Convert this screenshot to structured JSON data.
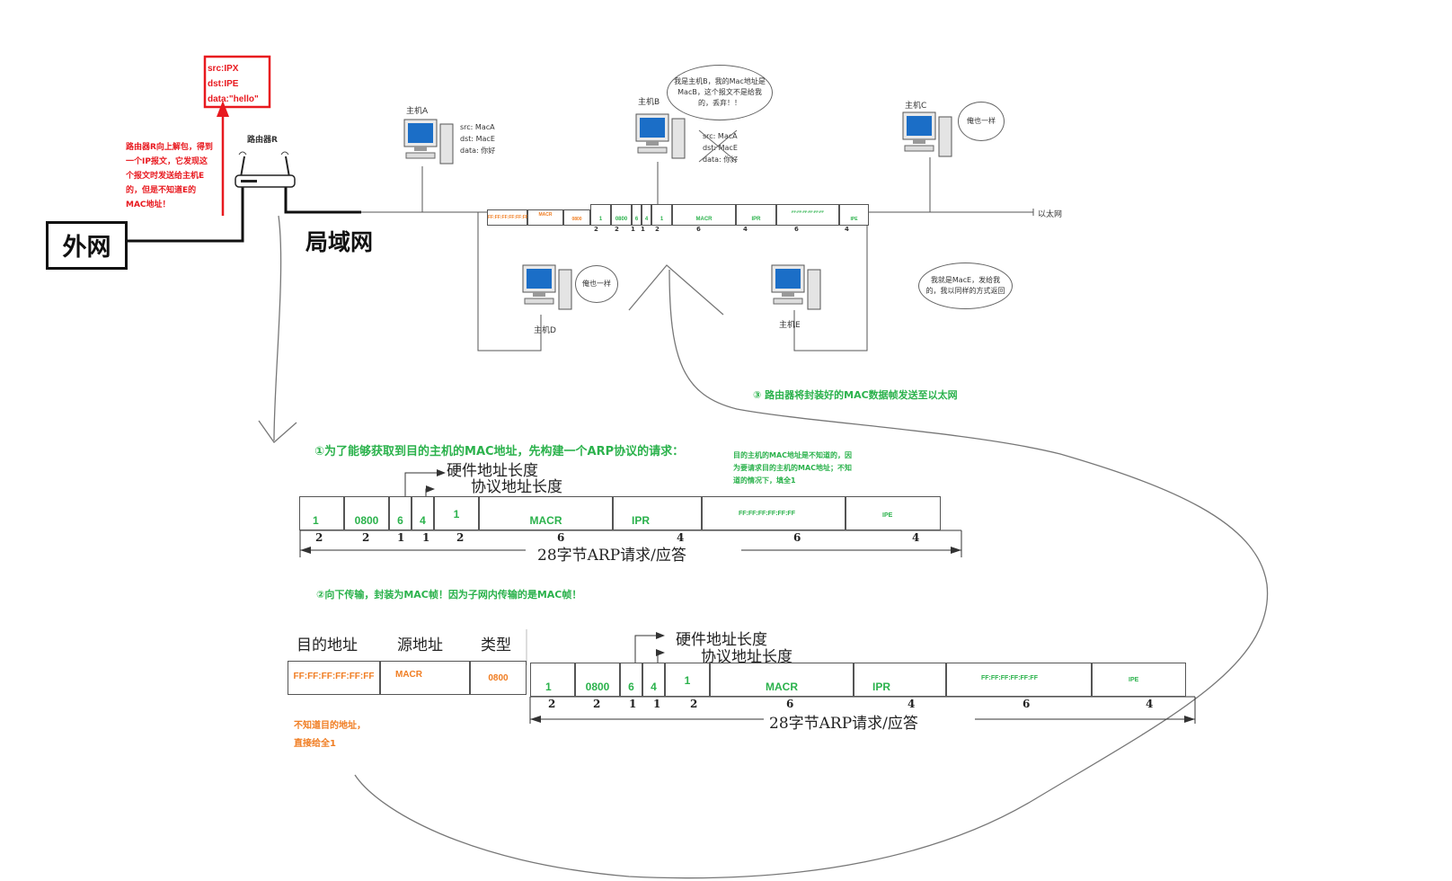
{
  "router": {
    "label": "路由器R",
    "packet": {
      "src": "src:IPX",
      "dst": "dst:IPE",
      "data": "data:\"hello\""
    },
    "note": "路由器R向上解包，得到一个IP报文，它发现这个报文时发送给主机E的，但是不知道E的MAC地址！"
  },
  "networks": {
    "wan": "外网",
    "lan": "局域网",
    "ethernet": "以太网"
  },
  "hosts": {
    "a": {
      "name": "主机A",
      "frame": [
        "src:  MacA",
        "dst:  MacE",
        "data: 你好"
      ]
    },
    "b": {
      "name": "主机B",
      "frame": [
        "src:  MacA",
        "dst:  MacE",
        "data: 你好"
      ],
      "bubble": "我是主机B，我的Mac地址是MacB，这个报文不是给我的，丢弃！！"
    },
    "c": {
      "name": "主机C",
      "bubble": "俺也一样"
    },
    "d": {
      "name": "主机D",
      "bubble": "俺也一样"
    },
    "e": {
      "name": "主机E",
      "bubble": "我就是MacE，发给我的，我以同样的方式返回"
    }
  },
  "bus_frame": {
    "orange": [
      "FF:FF:FF:FF:FF:FF",
      "MACR",
      "0800"
    ],
    "green": [
      "1",
      "0800",
      "6",
      "4",
      "1",
      "MACR",
      "IPR",
      "FF:FF:FF:FF:FF:FF",
      "IPE"
    ],
    "sizes": [
      "2",
      "2",
      "1",
      "1",
      "2",
      "6",
      "4",
      "6",
      "4"
    ]
  },
  "steps": {
    "step1": "①为了能够获取到目的主机的MAC地址，先构建一个ARP协议的请求：",
    "step2": "②向下传输，封装为MAC帧！因为子网内传输的是MAC帧！",
    "step3": "③ 路由器将封装好的MAC数据帧发送至以太网"
  },
  "arp_note": "目的主机的MAC地址是不知道的，因为要请求目的主机的MAC地址；不知道的情况下，填全1",
  "arp": {
    "hw_len": "硬件地址长度",
    "proto_len": "协议地址长度",
    "fields": [
      "1",
      "0800",
      "6",
      "4",
      "1",
      "MACR",
      "IPR",
      "FF:FF:FF:FF:FF:FF",
      "IPE"
    ],
    "sizes": [
      "2",
      "2",
      "1",
      "1",
      "2",
      "6",
      "4",
      "6",
      "4"
    ],
    "total": "28字节ARP请求/应答"
  },
  "mac": {
    "headers": [
      "目的地址",
      "源地址",
      "类型"
    ],
    "fields": [
      "FF:FF:FF:FF:FF:FF",
      "MACR",
      "0800"
    ],
    "note": "不知道目的地址，直接给全1"
  },
  "colors": {
    "red": "#e8191f",
    "green": "#2bb24c",
    "orange": "#f07d22"
  }
}
